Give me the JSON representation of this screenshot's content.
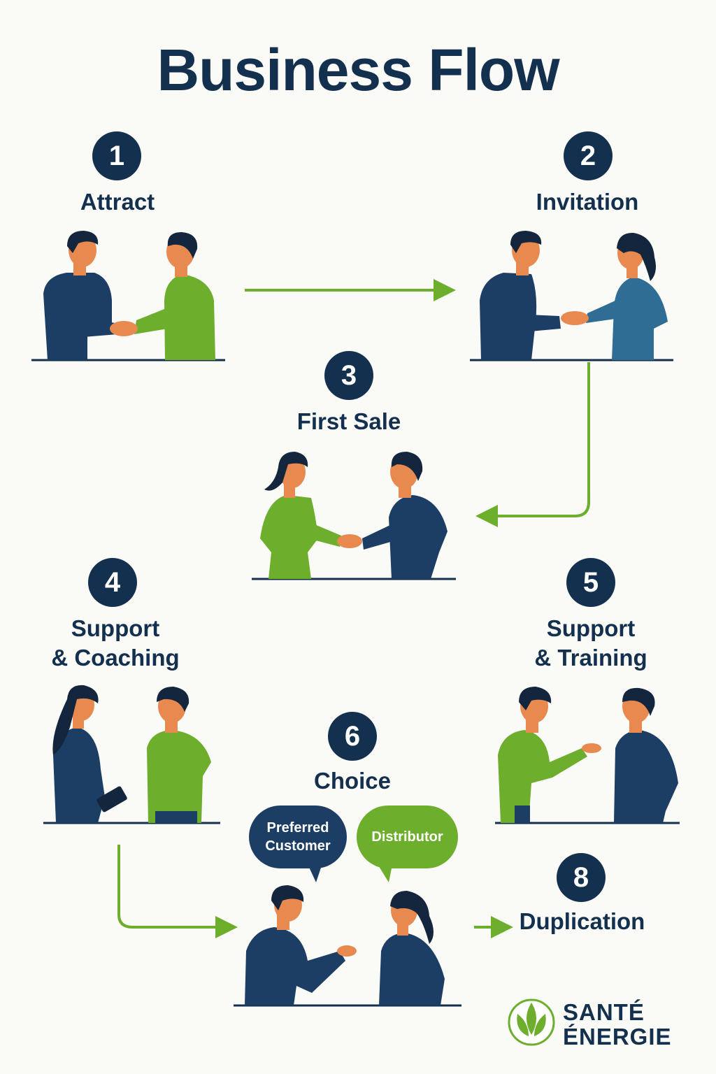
{
  "title": "Business Flow",
  "steps": [
    {
      "number": "1",
      "label_lines": [
        "Attract"
      ]
    },
    {
      "number": "2",
      "label_lines": [
        "Invitation"
      ]
    },
    {
      "number": "3",
      "label_lines": [
        "First Sale"
      ]
    },
    {
      "number": "4",
      "label_lines": [
        "Support",
        "& Coaching"
      ]
    },
    {
      "number": "5",
      "label_lines": [
        "Support",
        "& Training"
      ]
    },
    {
      "number": "6",
      "label_lines": [
        "Choice"
      ]
    },
    {
      "number": "8",
      "label_lines": [
        "Duplication"
      ]
    }
  ],
  "choice_bubbles": {
    "preferred_customer": [
      "Preferred",
      "Customer"
    ],
    "distributor": "Distributor"
  },
  "brand": {
    "line1": "SANTÉ",
    "line2": "ÉNERGIE"
  },
  "colors": {
    "navy": "#14304f",
    "green": "#6eae2d",
    "teal": "#2f6d94",
    "skin": "#e8894f",
    "hair": "#14263d"
  }
}
